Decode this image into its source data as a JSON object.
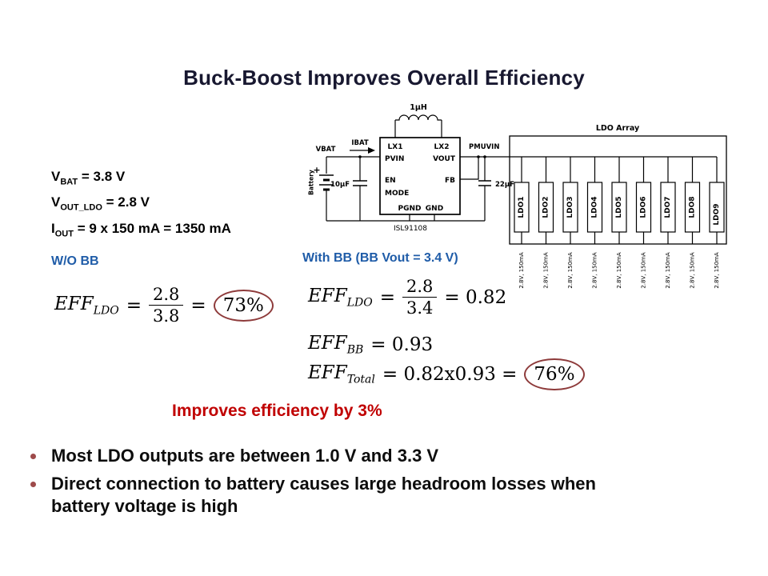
{
  "title": "Buck-Boost Improves Overall Efficiency",
  "conditions": [
    {
      "sym": "V",
      "sub": "BAT",
      "rest": " = 3.8 V"
    },
    {
      "sym": "V",
      "sub": "OUT_LDO",
      "rest": " = 2.8 V"
    },
    {
      "sym": "I",
      "sub": "OUT",
      "rest": " = 9 x 150 mA = 1350 mA"
    }
  ],
  "wo_bb": {
    "heading": "W/O BB",
    "eq": {
      "fn": "EFF",
      "sub": "LDO",
      "equals1": "=",
      "num": "2.8",
      "den": "3.8",
      "equals2": "=",
      "result": "73%"
    }
  },
  "with_bb": {
    "heading": "With BB (BB Vout = 3.4 V)",
    "eq_ldo": {
      "fn": "EFF",
      "sub": "LDO",
      "equals1": "=",
      "num": "2.8",
      "den": "3.4",
      "rest": "= 0.82"
    },
    "eq_bb": {
      "fn": "EFF",
      "sub": "BB",
      "rest": "= 0.93"
    },
    "eq_total": {
      "fn": "EFF",
      "sub": "Total",
      "rest": "= 0.82x0.93 =",
      "result": "76%"
    }
  },
  "callout": "Improves efficiency by 3%",
  "bullets": [
    "Most LDO outputs are between 1.0 V and 3.3 V",
    "Direct connection to battery causes large headroom losses when battery voltage is high"
  ],
  "circuit": {
    "inductor": "1µH",
    "ibat": "IBAT",
    "vbat": "VBAT",
    "plus": "+",
    "battery": "Battery",
    "cap_in": "10µF",
    "cap_out": "22µF",
    "pmuvin": "PMUVIN",
    "chip": "ISL91108",
    "pins": {
      "lx1": "LX1",
      "lx2": "LX2",
      "pvin": "PVIN",
      "vout": "VOUT",
      "en": "EN",
      "fb": "FB",
      "mode": "MODE",
      "pgnd": "PGND",
      "gnd": "GND"
    },
    "array_label": "LDO Array",
    "ldos": [
      "LDO1",
      "LDO2",
      "LDO3",
      "LDO4",
      "LDO5",
      "LDO6",
      "LDO7",
      "LDO8",
      "LDO9"
    ],
    "spec": "2.8V, 150mA"
  },
  "colors": {
    "heading_blue": "#1f5ca8",
    "callout_red": "#c00000",
    "circle_maroon": "#8e3b3b",
    "bullet": "#9e4a4a"
  }
}
